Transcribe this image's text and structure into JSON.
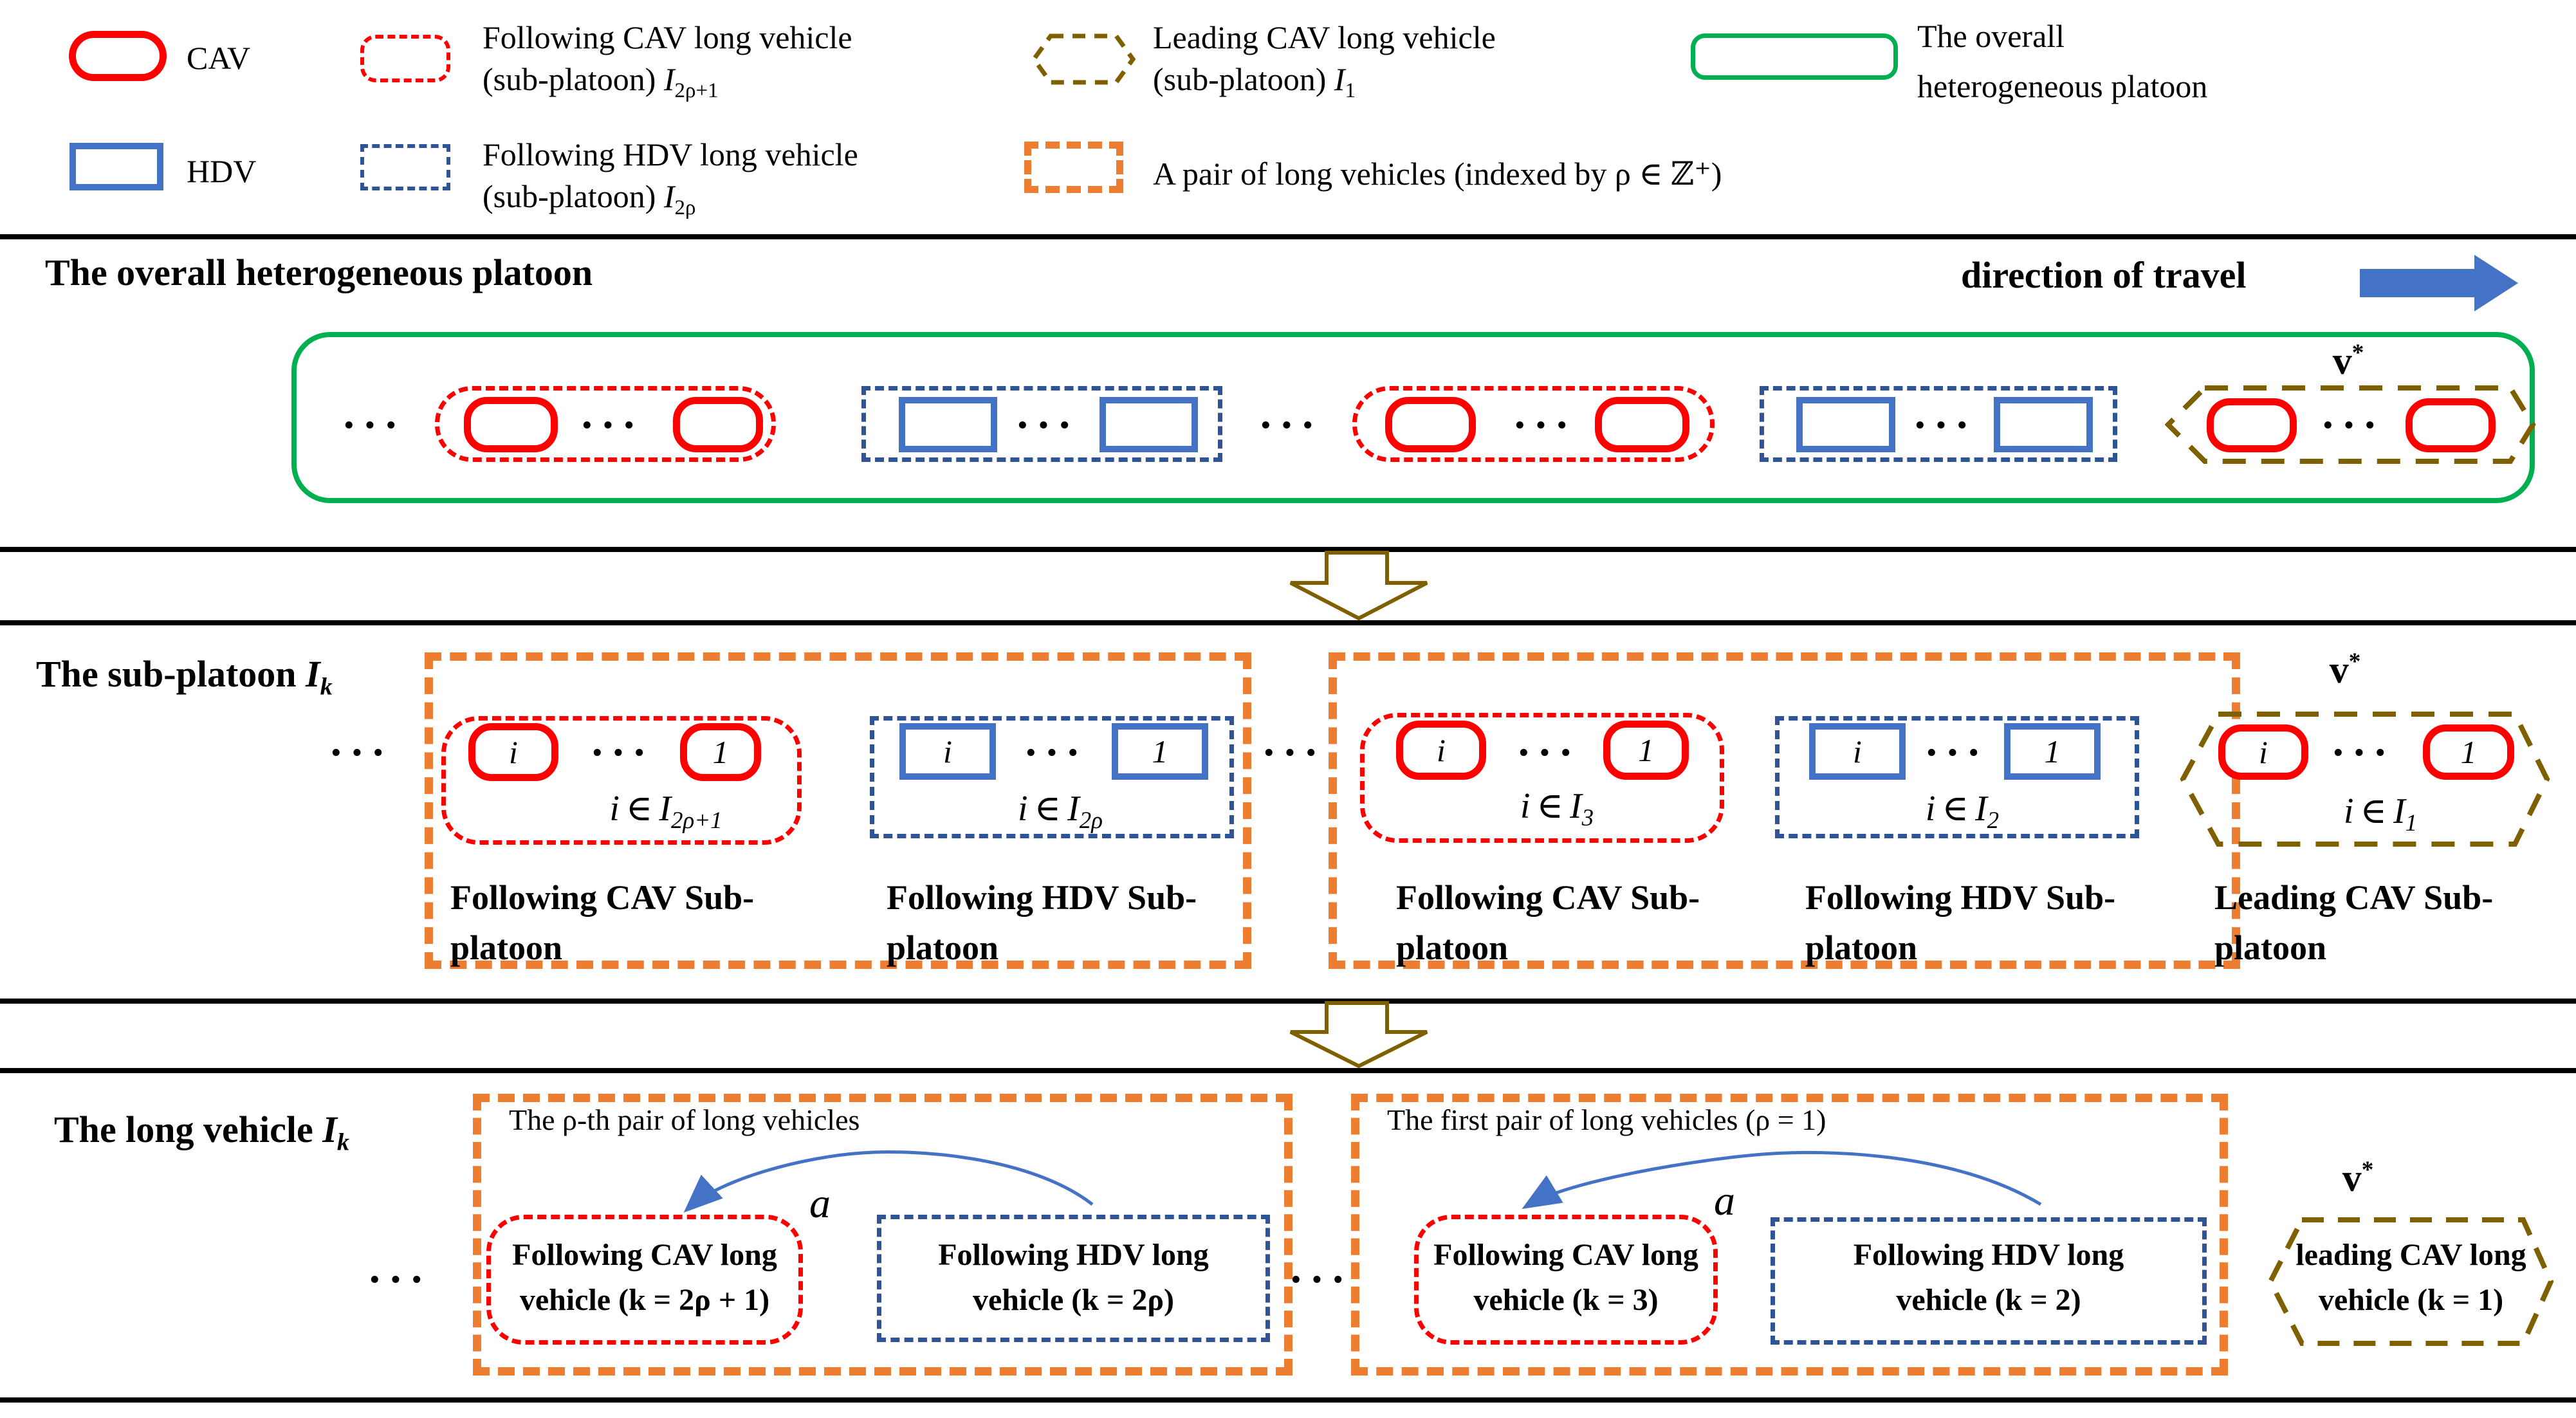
{
  "colors": {
    "cav_red": "#FF0000",
    "hdv_blue": "#4472C4",
    "long_hdv_dark_blue": "#2F5496",
    "leading_olive": "#7F6000",
    "pair_orange": "#ED7D31",
    "overall_green": "#00B050",
    "arrow_blue": "#4472C4"
  },
  "legend": {
    "cav_label": "CAV",
    "hdv_label": "HDV",
    "following_cav": {
      "line1": "Following CAV long vehicle",
      "line2_pre": "(sub-platoon) ",
      "set": "I",
      "sub": "2ρ+1"
    },
    "following_hdv": {
      "line1": "Following HDV long vehicle",
      "line2_pre": "(sub-platoon) ",
      "set": "I",
      "sub": "2ρ"
    },
    "leading_cav": {
      "line1": "Leading CAV long vehicle",
      "line2_pre": "(sub-platoon) ",
      "set": "I",
      "sub": "1"
    },
    "pair_label": "A pair of long vehicles (indexed by ρ ∈ ℤ⁺)",
    "overall": {
      "line1": "The overall",
      "line2": "heterogeneous  platoon"
    }
  },
  "section1": {
    "heading": "The overall heterogeneous platoon",
    "direction_label": "direction of travel",
    "vstar": {
      "base": "v",
      "sup": "*"
    },
    "dots": "···"
  },
  "section2": {
    "heading_pre": "The sub-platoon ",
    "set": "I",
    "sub": "k",
    "vstar": {
      "base": "v",
      "sup": "*"
    },
    "dots": "···",
    "groups": [
      {
        "veh_i": "i",
        "veh_1": "1",
        "set_i": "i",
        "in": "∈",
        "set": "I",
        "sub": "2ρ+1",
        "cap1": "Following CAV Sub-",
        "cap2": "platoon"
      },
      {
        "veh_i": "i",
        "veh_1": "1",
        "set_i": "i",
        "in": "∈",
        "set": "I",
        "sub": "2ρ",
        "cap1": "Following HDV Sub-",
        "cap2": "platoon"
      },
      {
        "veh_i": "i",
        "veh_1": "1",
        "set_i": "i",
        "in": "∈",
        "set": "I",
        "sub": "3",
        "cap1": "Following CAV Sub-",
        "cap2": "platoon"
      },
      {
        "veh_i": "i",
        "veh_1": "1",
        "set_i": "i",
        "in": "∈",
        "set": "I",
        "sub": "2",
        "cap1": "Following HDV Sub-",
        "cap2": "platoon"
      },
      {
        "veh_i": "i",
        "veh_1": "1",
        "set_i": "i",
        "in": "∈",
        "set": "I",
        "sub": "1",
        "cap1": "Leading CAV Sub-",
        "cap2": "platoon"
      }
    ]
  },
  "section3": {
    "heading_pre": "The long vehicle ",
    "set": "I",
    "sub": "k",
    "vstar": {
      "base": "v",
      "sup": "*"
    },
    "dots": "···",
    "pair_rho_title": "The ρ-th pair of long vehicles",
    "pair_first_title": "The first pair of long vehicles (ρ = 1)",
    "a_label": "a",
    "cav_rho": {
      "line1": "Following CAV long",
      "line2": "vehicle (k = 2ρ + 1)"
    },
    "hdv_rho": {
      "line1": "Following HDV long",
      "line2": "vehicle (k = 2ρ)"
    },
    "cav_3": {
      "line1": "Following CAV long",
      "line2": "vehicle (k = 3)"
    },
    "hdv_2": {
      "line1": "Following HDV long",
      "line2": "vehicle (k = 2)"
    },
    "lead_1": {
      "line1": "leading CAV long",
      "line2": "vehicle (k = 1)"
    }
  }
}
